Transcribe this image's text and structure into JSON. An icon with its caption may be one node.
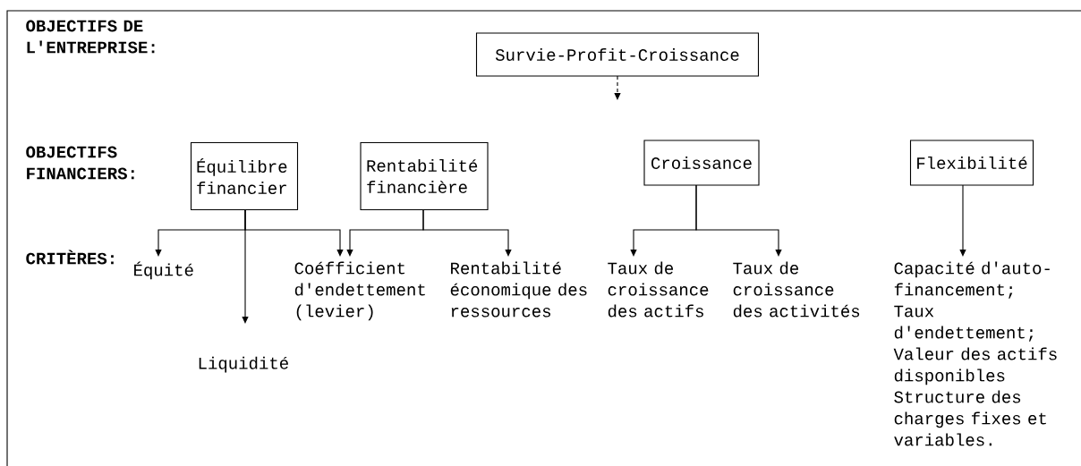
{
  "diagram": {
    "nodes": [
      {
        "text": [
          "Survie-Profit-Croissance"
        ]
      },
      {
        "text": [
          "Équilibre financier"
        ]
      },
      {
        "text": [
          "Rentabilité financière"
        ]
      },
      {
        "text": [
          "Croissance"
        ]
      },
      {
        "text": [
          "Flexibilité"
        ]
      },
      {
        "text": [
          "Équité"
        ]
      },
      {
        "text": [
          "Liquidité"
        ]
      },
      {
        "text": [
          "Coéfficient d'endettement (levier)"
        ]
      },
      {
        "text": [
          "Rentabilité économique des ressources"
        ]
      },
      {
        "text": [
          "Taux de croissance des actifs"
        ]
      },
      {
        "text": [
          "Taux de croissance des activités"
        ]
      },
      {
        "text": [
          "Capacité d'auto-financement;",
          "Taux d'endettement;",
          "Valeur des actifs disponibles",
          "Structure des charges fixes et variables."
        ]
      }
    ],
    "edges": [
      {
        "from": 0,
        "to": null,
        "arrow": "to",
        "style": "dashed"
      },
      {
        "from": 1,
        "to": 5,
        "arrow": "to"
      },
      {
        "from": 1,
        "to": 6,
        "arrow": "to"
      },
      {
        "from": 1,
        "to": 7,
        "arrow": "to"
      },
      {
        "from": 2,
        "to": 7,
        "arrow": "to"
      },
      {
        "from": 2,
        "to": 8,
        "arrow": "to"
      },
      {
        "from": 3,
        "to": 9,
        "arrow": "to"
      },
      {
        "from": 3,
        "to": 10,
        "arrow": "to"
      },
      {
        "from": 4,
        "to": 11,
        "arrow": "to"
      }
    ],
    "labels": [
      "OBJECTIFS DE L'ENTREPRISE:",
      "OBJECTIFS FINANCIERS:",
      "CRITÈRES:"
    ]
  }
}
